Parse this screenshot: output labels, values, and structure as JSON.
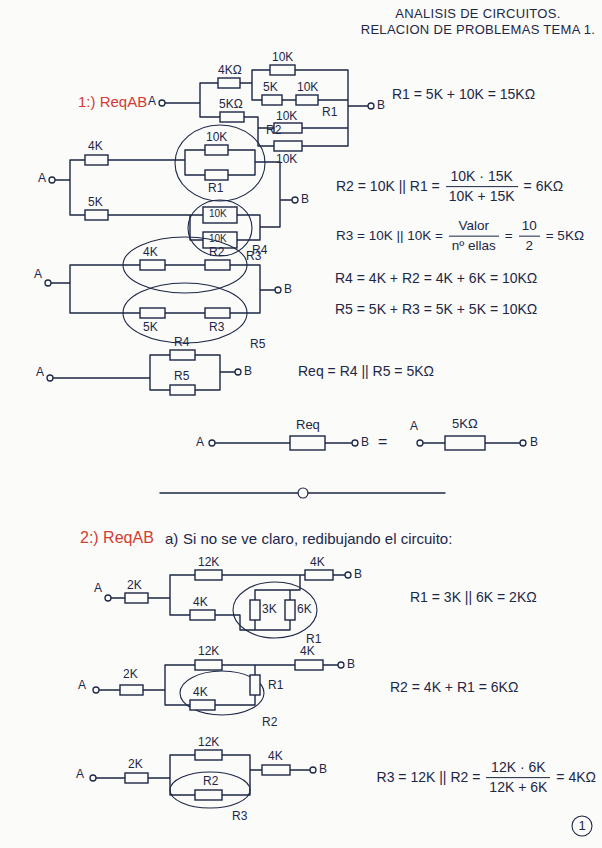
{
  "diagram": {
    "title": "ANALISIS DE CIRCUITOS. RELACION DE PROBLEMAS TEMA 1.",
    "labels": [
      "1:) ReqAB",
      "A",
      "4KΩ",
      "10K",
      "5K",
      "10K",
      "R1",
      "5KΩ",
      "10K",
      "10K",
      "B",
      "R1 = 5K + 10K = 15KΩ",
      "A",
      "4K",
      "10K",
      "R2",
      "R1",
      "5K",
      "10K",
      "10K",
      "R3",
      "B",
      "R2 = 10K || R1 =",
      "10K · 15K",
      "10K + 15K",
      "= 6KΩ",
      "R3 = 10K || 10K =",
      "Valor",
      "nº ellas",
      "=",
      "10",
      "2",
      "= 5KΩ",
      "A",
      "4K",
      "R2",
      "R4",
      "5K",
      "R3",
      "R5",
      "B",
      "R4 = 4K + R2 = 4K + 6K = 10KΩ",
      "R5 = 5K + R3 = 5K + 5K = 10KΩ",
      "A",
      "R4",
      "R5",
      "B",
      "Req = R4 || R5 = 5KΩ",
      "Req",
      "A",
      "B",
      "=",
      "A",
      "5KΩ",
      "B",
      "2:) ReqAB",
      "a)",
      "Si no se ve claro, redibujando el circuito:",
      "A",
      "2K",
      "12K",
      "4K",
      "B",
      "4K",
      "3K",
      "6K",
      "R1",
      "R1 = 3K || 6K = 2KΩ",
      "A",
      "2K",
      "12K",
      "4K",
      "B",
      "4K",
      "R1",
      "R2",
      "R2 = 4K + R1 = 6KΩ",
      "A",
      "2K",
      "12K",
      "R2",
      "4K",
      "B",
      "R3",
      "R3 = 12K || R2 =",
      "12K · 6K",
      "12K + 6K",
      "= 4KΩ",
      "1"
    ]
  }
}
